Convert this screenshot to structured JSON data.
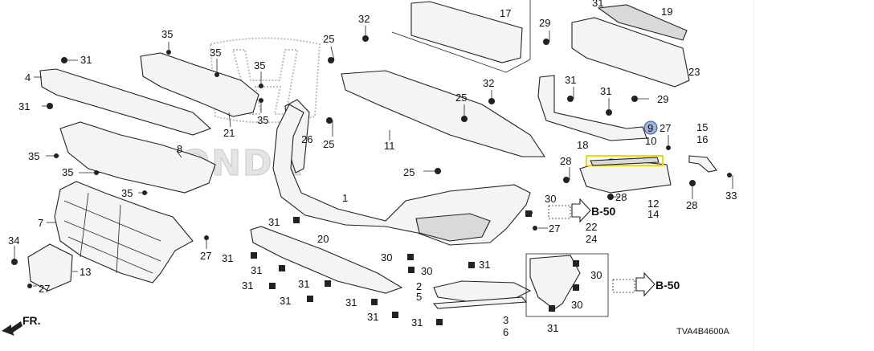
{
  "watermark_text": "HONDA",
  "diagram_code": "TVA4B4600A",
  "front_label": "FR.",
  "reference_label": "B-50",
  "callouts": {
    "c1": "1",
    "c2": "2",
    "c3": "3",
    "c4": "4",
    "c5": "5",
    "c6": "6",
    "c7": "7",
    "c8": "8",
    "c9": "9",
    "c10": "10",
    "c11": "11",
    "c12": "12",
    "c13": "13",
    "c14": "14",
    "c15": "15",
    "c16": "16",
    "c17": "17",
    "c18": "18",
    "c19": "19",
    "c20": "20",
    "c21": "21",
    "c22": "22",
    "c23": "23",
    "c24": "24",
    "c25": "25",
    "c26": "26",
    "c27": "27",
    "c28": "28",
    "c29": "29",
    "c30": "30",
    "c31": "31",
    "c32": "32",
    "c33": "33",
    "c34": "34",
    "c35": "35"
  },
  "highlight": {
    "part": "10",
    "color": "#f5d800"
  },
  "marker_9_color": "#9fb3d6"
}
